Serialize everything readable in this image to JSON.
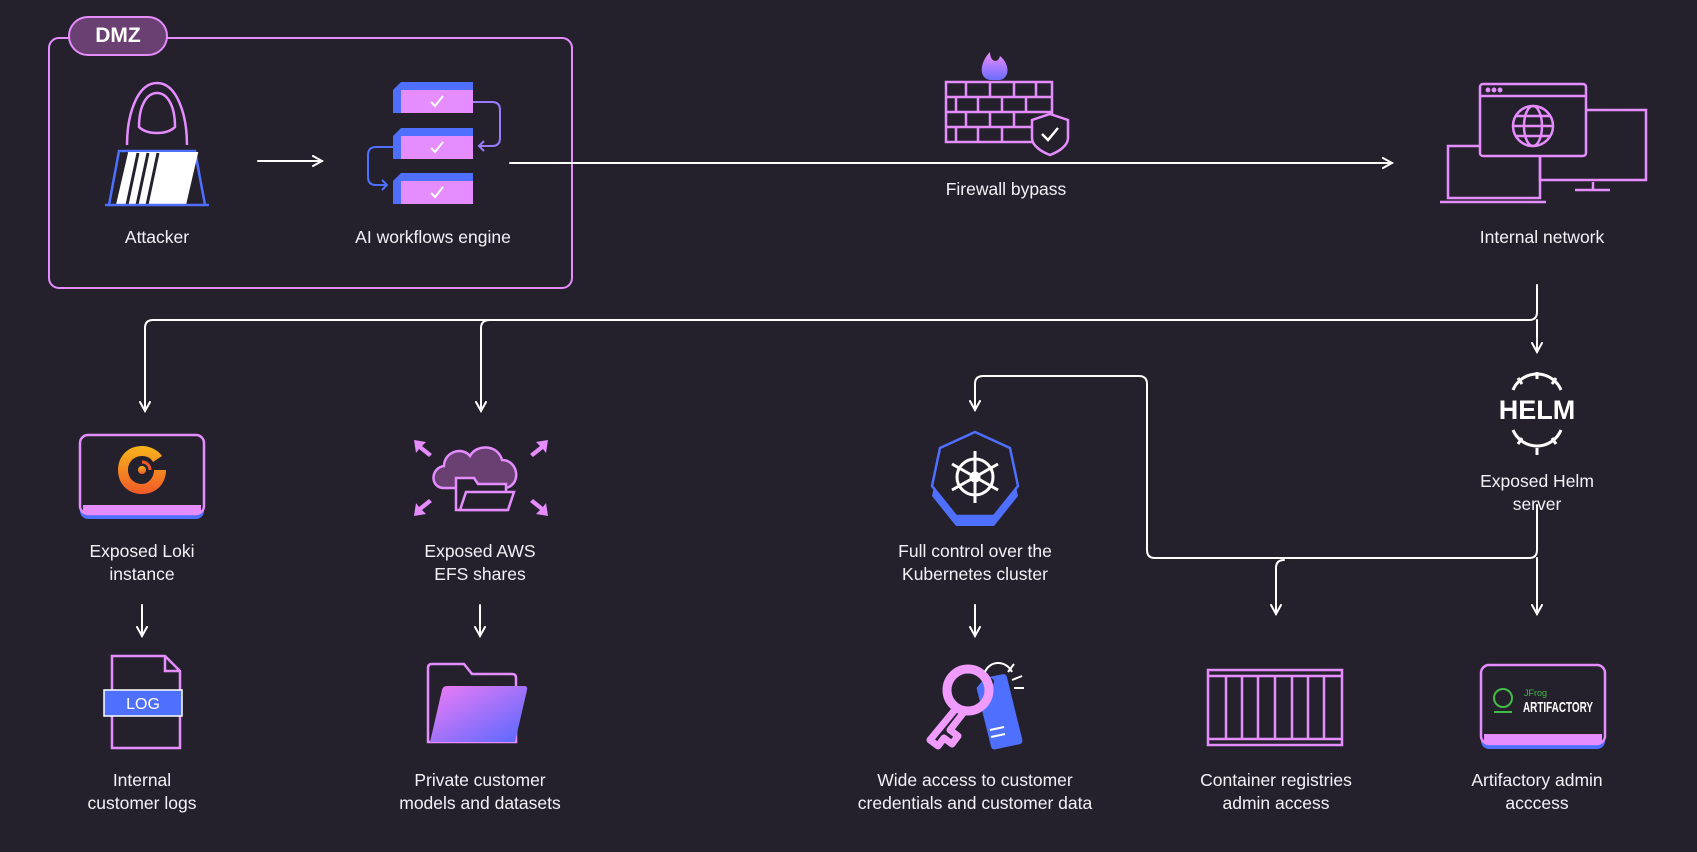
{
  "colors": {
    "background": "#24212d",
    "accent_pink": "#e58cff",
    "accent_blue": "#4f6fff",
    "line": "#ffffff"
  },
  "zone": {
    "label": "DMZ"
  },
  "nodes": {
    "attacker": {
      "label": "Attacker",
      "icon": "hooded-hacker-icon"
    },
    "ai_engine": {
      "label": "AI workflows engine",
      "icon": "workflow-stack-icon"
    },
    "firewall": {
      "label": "Firewall bypass",
      "icon": "firewall-icon"
    },
    "internal_network": {
      "label": "Internal network",
      "icon": "network-devices-icon"
    },
    "helm": {
      "label": "Exposed Helm server",
      "icon": "helm-icon",
      "logo_text": "HELM"
    },
    "loki": {
      "label": "Exposed Loki\ninstance",
      "icon": "grafana-icon"
    },
    "efs": {
      "label": "Exposed AWS\nEFS shares",
      "icon": "cloud-folder-icon"
    },
    "kubernetes": {
      "label": "Full control over the\nKubernetes cluster",
      "icon": "kubernetes-icon"
    },
    "logs": {
      "label": "Internal\ncustomer logs",
      "icon": "log-file-icon",
      "badge": "LOG"
    },
    "models": {
      "label": "Private customer\nmodels and datasets",
      "icon": "folder-icon"
    },
    "credentials": {
      "label": "Wide access to customer\ncredentials and customer data",
      "icon": "key-icon"
    },
    "registries": {
      "label": "Container registries\nadmin access",
      "icon": "container-icon"
    },
    "artifactory": {
      "label": "Artifactory admin acccess",
      "icon": "artifactory-icon",
      "logo_small": "JFrog",
      "logo_big": "ARTIFACTORY"
    }
  }
}
